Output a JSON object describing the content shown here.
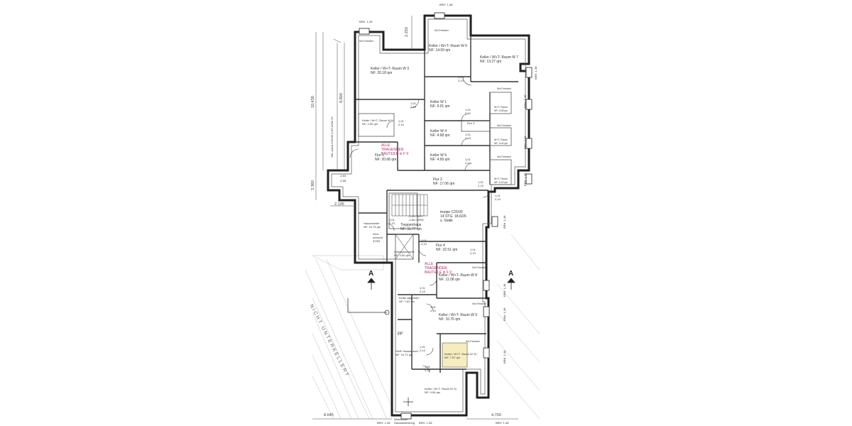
{
  "rooms": {
    "w6": {
      "name": "Keller / W+T- Raum W 6",
      "area": "NF: 14.69 qm"
    },
    "w7": {
      "name": "Keller / W+T- Raum W 7",
      "area": "NF: 13.27 qm"
    },
    "w3": {
      "name": "Keller / W+T- Raum W 3",
      "area": "NF: 20.18 qm"
    },
    "w1": {
      "name": "Keller W 1",
      "area": "NF: 9.01 qm"
    },
    "w2": {
      "name": "Keller / W+T- Raum W 2",
      "area": "NF: 4.90 qm"
    },
    "w4": {
      "name": "Keller W 4",
      "area": "NF: 4.68 qm"
    },
    "w5": {
      "name": "Keller W 5",
      "area": "NF: 4.69 qm"
    },
    "flur1": {
      "name": "Flur 1",
      "area": "NF: 20.68 qm"
    },
    "flur2": {
      "name": "Flur 2",
      "area": "NF: 17.06 qm"
    },
    "flur3": {
      "name": "Flur 3",
      "area": ""
    },
    "flur4": {
      "name": "Flur 4",
      "area": "NF: 22.51 qm"
    },
    "treppenhaus": {
      "name": "Treppenhaus",
      "area": "NF: 11.77 qm"
    },
    "hausmeister": {
      "name": "Hausmeister",
      "area": "NF: 10.75 qm"
    },
    "aufzug": {
      "name": "Aufzugsschacht",
      "area": "NF: 3.00 qm"
    },
    "w8": {
      "name": "Keller / W+T- Raum W 8",
      "area": "NF: 11.08 qm"
    },
    "w9": {
      "name": "Keller / W+T- Raum W 9",
      "area": "NF: 10.76 qm"
    },
    "w10": {
      "name": "Keller / W+T- Raum W 10",
      "area": "NF: 7.57 qm"
    },
    "w11": {
      "name": "Keller / W+T- Raum W 11",
      "area": "NF: 9.54 qm"
    },
    "wt_a": {
      "name": "W+T- Raum",
      "area": "NF: 4.08 qm"
    },
    "wt_b": {
      "name": "W+T- Raum",
      "area": "NF: 4.04 qm"
    },
    "wt_c": {
      "name": "W+T- Raum",
      "area": "NF: 4.30 qm"
    },
    "keller_allg": {
      "name": "Keller allgemein",
      "area": "NF: 7.62 qm"
    },
    "hausanschluss": {
      "name": "HAR/ Hausanschl.",
      "area": "NF: 10.71 qm"
    }
  },
  "notes": {
    "tragend_top": [
      "ALLE",
      "TRAGENDEN",
      "BAUTEILE in F 9"
    ],
    "tragend_mid": [
      "ALLE",
      "TRAGENDEN",
      "BAUTEILE in F 9"
    ],
    "treppe": [
      "treppe C25/30",
      "14 STG. 18,6/26",
      "s. Statik"
    ],
    "okff": [
      "-2.63 OKFF",
      "-2.86 OKRD"
    ],
    "schacht": [
      "Vers.-",
      "schacht",
      "37/83"
    ],
    "wetmaster": [
      "Wetmaster-",
      "Hausabdichtung"
    ],
    "pf": "PF",
    "unterkellert": "NICHT UNTERKELLERT",
    "section_mark": "A"
  },
  "doors": {
    "label": "1,01",
    "height": "2,13"
  },
  "windows": {
    "brh": "BRH. 1,38",
    "fenster": "Wr-Fenster"
  },
  "dims": {
    "top": "2.250",
    "left_main": "10.430",
    "left_a": "8,800",
    "left_b": "3.360",
    "bottom_left": "8.645",
    "bottom_right": "4.700",
    "stair_left": "2.135",
    "level_a": "-2.63",
    "level_b": "-2.68",
    "vert_note": "Stb.-wand C25/30 2,5/7,5/6m 25"
  }
}
